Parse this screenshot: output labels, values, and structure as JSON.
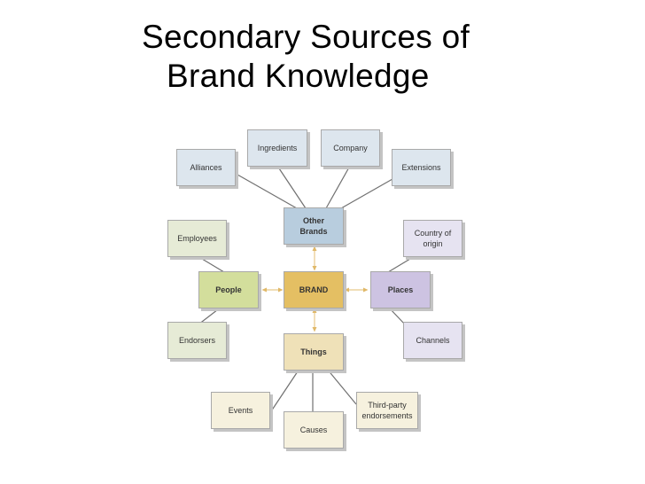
{
  "title": {
    "line1": "Secondary Sources of",
    "line2": "Brand Knowledge"
  },
  "diagram": {
    "center": "BRAND",
    "hubs": {
      "other_brands": "Other Brands",
      "people": "People",
      "places": "Places",
      "things": "Things"
    },
    "other_brands_items": {
      "alliances": "Alliances",
      "ingredients": "Ingredients",
      "company": "Company",
      "extensions": "Extensions"
    },
    "people_items": {
      "employees": "Employees",
      "endorsers": "Endorsers"
    },
    "places_items": {
      "country_of_origin": "Country of origin",
      "channels": "Channels"
    },
    "things_items": {
      "events": "Events",
      "causes": "Causes",
      "third_party": "Third-party endorsements"
    },
    "colors": {
      "other_brands": "#b8cdde",
      "people": "#d3de9c",
      "brand": "#e4bf63",
      "places": "#cdc3e2",
      "things": "#efe1b8",
      "connector": "#707070",
      "arrow": "#e8c98a"
    }
  }
}
